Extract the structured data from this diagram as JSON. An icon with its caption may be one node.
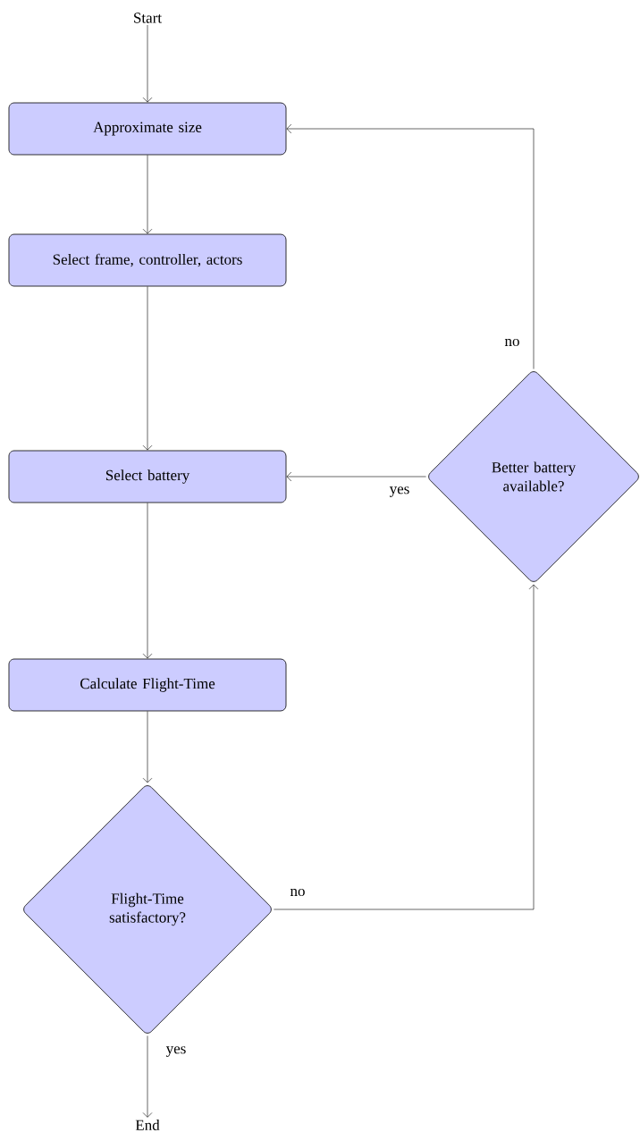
{
  "diagram": {
    "nodes": [
      {
        "text": [
          "Start"
        ]
      },
      {
        "text": [
          "Approximate size"
        ]
      },
      {
        "text": [
          "Select frame, controller, actors"
        ]
      },
      {
        "text": [
          "Select battery"
        ]
      },
      {
        "text": [
          "Calculate Flight-Time"
        ]
      },
      {
        "text": [
          "Flight-Time satisfactory?"
        ]
      },
      {
        "text": [
          "End"
        ]
      },
      {
        "text": [
          "Better battery available?"
        ]
      }
    ],
    "edges": [
      {
        "from": 0,
        "to": 1,
        "arrow": "to"
      },
      {
        "from": 1,
        "to": 2,
        "arrow": "to"
      },
      {
        "from": 2,
        "to": 3,
        "arrow": "to"
      },
      {
        "from": 3,
        "to": 4,
        "arrow": "to"
      },
      {
        "from": 4,
        "to": 5,
        "arrow": "to"
      },
      {
        "from": 5,
        "to": 6,
        "arrow": "to",
        "label": "yes"
      },
      {
        "from": 5,
        "to": 7,
        "arrow": "to",
        "label": "no"
      },
      {
        "from": 7,
        "to": 3,
        "arrow": "to",
        "label": "yes"
      },
      {
        "from": 7,
        "to": 1,
        "arrow": "to",
        "label": "no"
      }
    ]
  }
}
